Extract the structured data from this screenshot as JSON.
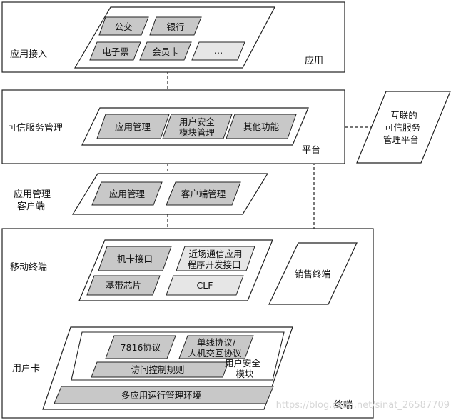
{
  "layers": {
    "app": {
      "label": "应用接入",
      "tag": "应用",
      "items": [
        "公交",
        "银行",
        "电子票",
        "会员卡",
        "…"
      ]
    },
    "platform": {
      "label": "可信服务管理",
      "tag": "平台",
      "items": [
        "应用管理",
        [
          "用户安全",
          "模块管理"
        ],
        "其他功能"
      ]
    },
    "client": {
      "label": [
        "应用管理",
        "客户端"
      ],
      "items": [
        "应用管理",
        "客户端管理"
      ]
    },
    "terminal": {
      "tag": "终端",
      "mobile": {
        "label": "移动终端",
        "items": [
          "机卡接口",
          [
            "近场通信应用",
            "程序开发接口"
          ],
          "基带芯片",
          "CLF"
        ]
      },
      "pos": "销售终端",
      "card": {
        "label": "用户卡",
        "items": [
          "7816协议",
          [
            "单线协议/",
            "人机交互协议"
          ],
          "访问控制规则"
        ],
        "security": [
          "用户安全",
          "模块"
        ],
        "env": "多应用运行管理环境"
      }
    }
  },
  "external": [
    "互联的",
    "可信服务",
    "管理平台"
  ],
  "watermark": "https://blog.csdn.net/sinat_26587709",
  "colors": {
    "box_fill": "#c8c8c8",
    "light_fill": "#e6e6e6",
    "stroke": "#222222"
  }
}
